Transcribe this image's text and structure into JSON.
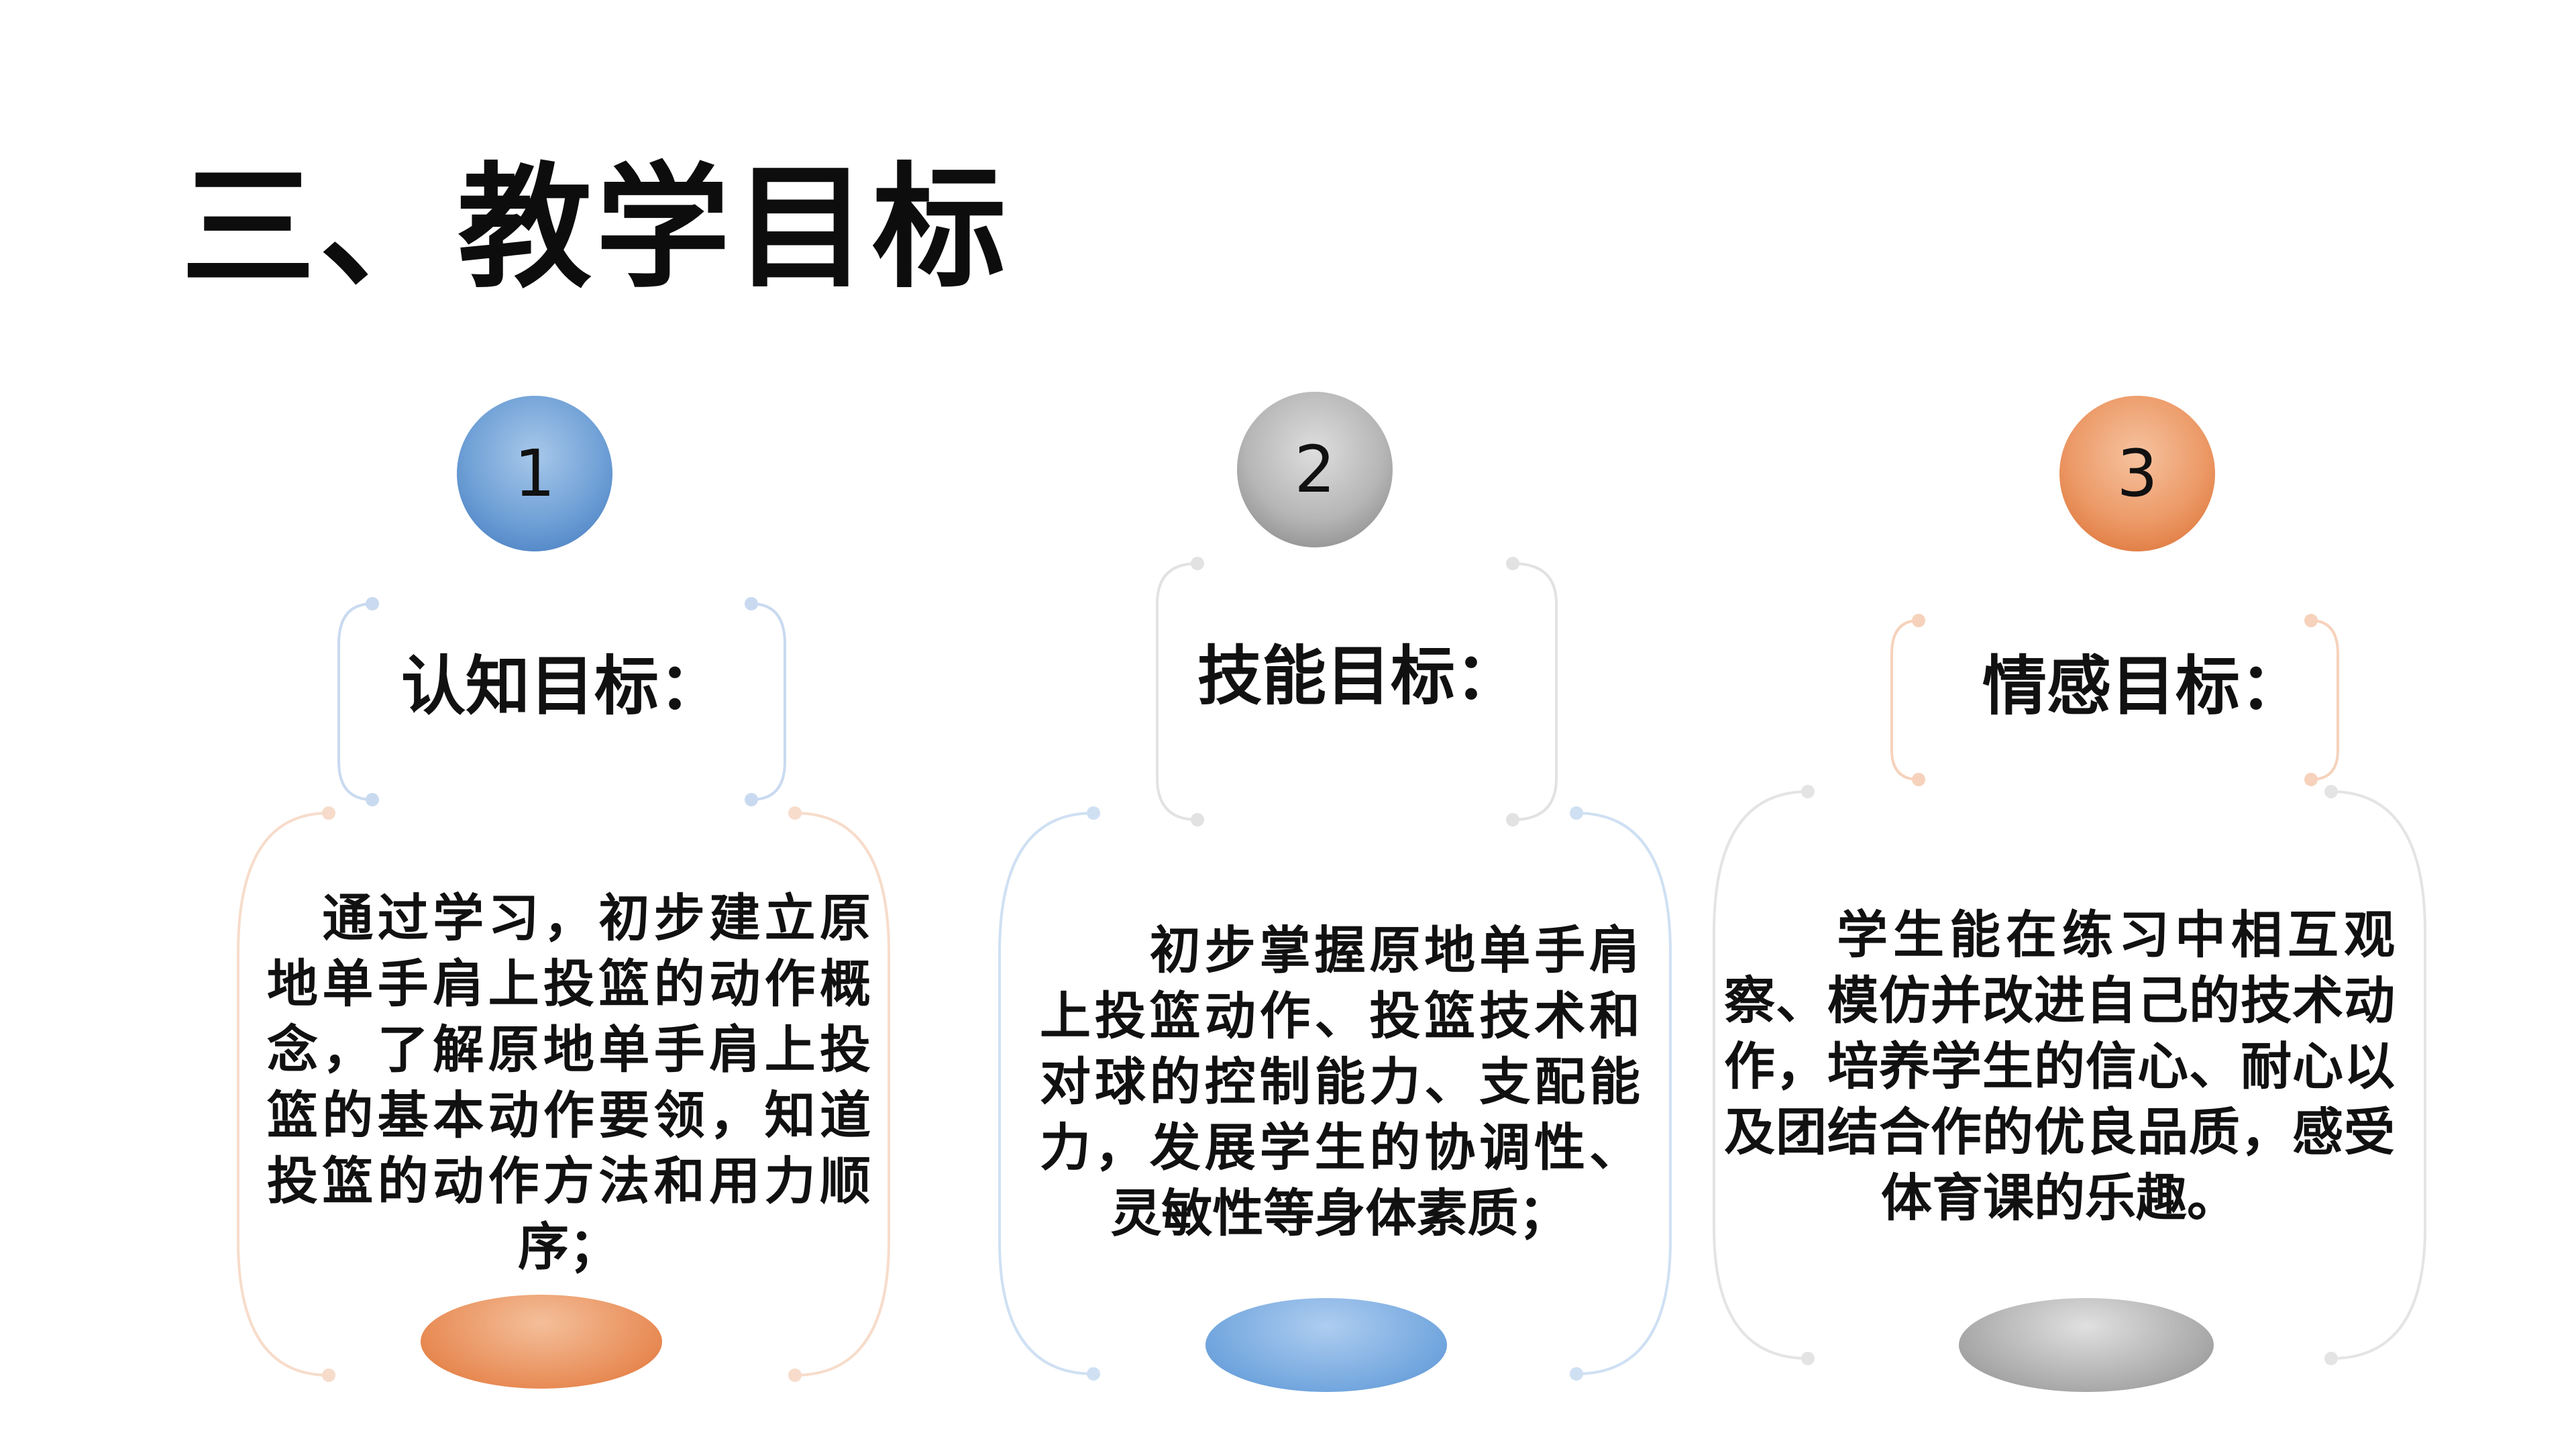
{
  "slide": {
    "title": "三、教学目标"
  },
  "goals": [
    {
      "number": "1",
      "label": "认知目标：",
      "text": "　通过学习，初步建立原地单手肩上投篮的动作概念，了解原地单手肩上投篮的基本动作要领，知道投篮的动作方法和用力顺序；"
    },
    {
      "number": "2",
      "label": "技能目标：",
      "text": "　　初步掌握原地单手肩上投篮动作、投篮技术和对球的控制能力、支配能力，发展学生的协调性、灵敏性等身体素质；"
    },
    {
      "number": "3",
      "label": "情感目标：",
      "text": "　　学生能在练习中相互观察、模仿并改进自己的技术动作，培养学生的信心、耐心以及团结合作的优良品质，感受体育课的乐趣。"
    }
  ],
  "colors": {
    "blue": "#5b8fd0",
    "gray": "#9a9a9a",
    "orange": "#e8874f"
  }
}
